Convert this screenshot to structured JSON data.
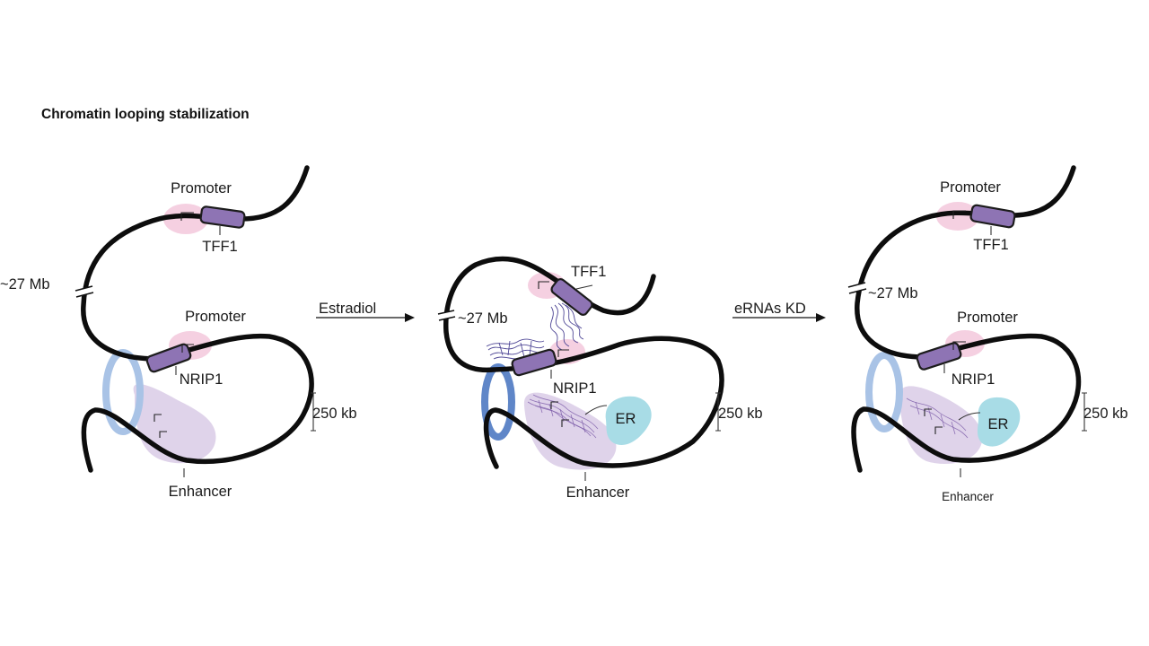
{
  "title": "Chromatin looping stabilization",
  "arrows": {
    "first": "Estradiol",
    "second": "eRNAs KD"
  },
  "panels": [
    {
      "id": "basal",
      "promoter_top": "Promoter",
      "gene_top": "TFF1",
      "distance": "~27 Mb",
      "promoter_bottom": "Promoter",
      "gene_bottom": "NRIP1",
      "span": "250 kb",
      "enhancer": "Enhancer"
    },
    {
      "id": "estradiol",
      "gene_top": "TFF1",
      "distance": "~27 Mb",
      "gene_bottom": "NRIP1",
      "receptor": "ER",
      "span": "250 kb",
      "enhancer": "Enhancer"
    },
    {
      "id": "erna-knockdown",
      "promoter_top": "Promoter",
      "gene_top": "TFF1",
      "distance": "~27 Mb",
      "promoter_bottom": "Promoter",
      "gene_bottom": "NRIP1",
      "receptor": "ER",
      "span": "250 kb",
      "enhancer": "Enhancer"
    }
  ],
  "colors": {
    "chromatin": "#0d0d0d",
    "gene": "#8e74b4",
    "promoter": "#f3c8dc",
    "enhancer": "#dccfe8",
    "cohesin_ring_basal": "#a9c3e6",
    "cohesin_ring_active": "#5f86c8",
    "estrogen_receptor": "#a8dce6",
    "erna": "#4f4796"
  }
}
